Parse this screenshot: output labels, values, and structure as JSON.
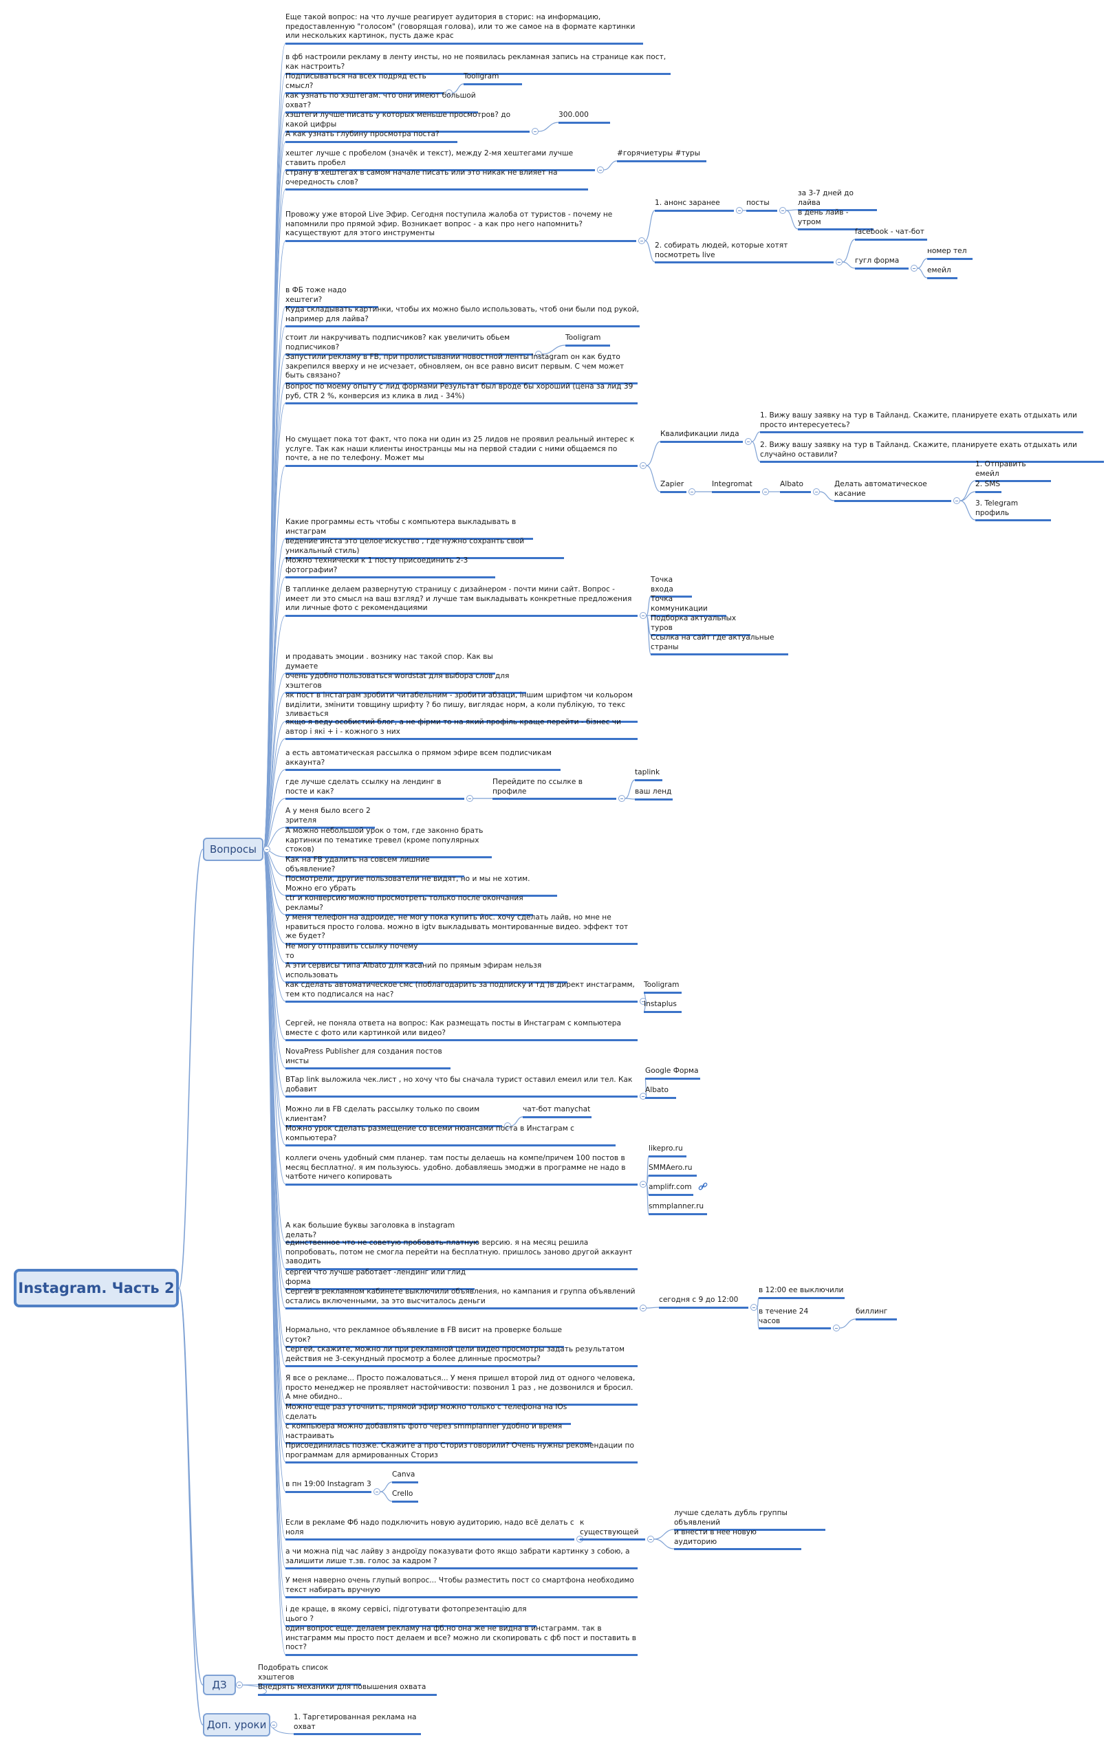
{
  "root": {
    "title": "Instagram. Часть 2"
  },
  "branches": {
    "questions": "Вопросы",
    "homework": "ДЗ",
    "extra_lessons": "Доп. уроки"
  },
  "questions": [
    {
      "id": "q1",
      "text": "Еще такой вопрос: на что лучше реагирует аудитория в сторис: на информацию, предоставленную \"голосом\" (говорящая голова), или то же самое на в формате картинки или нескольких картинок, пусть даже крас"
    },
    {
      "id": "q2",
      "text": "в фб настроили рекламу в ленту инсты, но не появилась рекламная запись на странице как пост, как настроить?"
    },
    {
      "id": "q3",
      "text": "Подписываться на всех подряд есть смысл?",
      "children": [
        {
          "id": "q3a",
          "text": "Tooligram"
        }
      ]
    },
    {
      "id": "q4",
      "text": "как узнать по хэштегам. что они имеют большой охват?"
    },
    {
      "id": "q5",
      "text": "хэштеги лучше писать у которых меньше просмотров? до какой цифры",
      "children": [
        {
          "id": "q5a",
          "text": "300.000"
        }
      ]
    },
    {
      "id": "q6",
      "text": "А как узнать глубину просмотра поста?"
    },
    {
      "id": "q7",
      "text": "хештег лучше с пробелом (значёк и текст), между 2-мя хештегами лучше ставить пробел",
      "children": [
        {
          "id": "q7a",
          "text": "#горячиетуры #туры"
        }
      ]
    },
    {
      "id": "q8",
      "text": "страну в хештегах в самом начале писать или это никак не влияет на очередность слов?"
    },
    {
      "id": "q9",
      "text": "Провожу уже второй Live Эфир. Сегодня поступила жалоба от туристов - почему не напомнили про прямой эфир. Возникает вопрос - а как про него напомнить? касуществуют для этого инструменты",
      "children": [
        {
          "id": "q9a",
          "text": "1. анонс заранее",
          "children": [
            {
              "id": "q9a1",
              "text": "посты",
              "children": [
                {
                  "id": "q9a1a",
                  "text": "за 3-7 дней до лайва"
                },
                {
                  "id": "q9a1b",
                  "text": "в день лайв - утром"
                }
              ]
            }
          ]
        },
        {
          "id": "q9b",
          "text": "2. собирать людей, которые хотят посмотреть live",
          "children": [
            {
              "id": "q9b1",
              "text": "facebook - чат-бот"
            },
            {
              "id": "q9b2",
              "text": "гугл форма",
              "children": [
                {
                  "id": "q9b2a",
                  "text": "номер тел"
                },
                {
                  "id": "q9b2b",
                  "text": "емейл"
                }
              ]
            }
          ]
        }
      ]
    },
    {
      "id": "q10",
      "text": "в ФБ тоже надо хештеги?"
    },
    {
      "id": "q11",
      "text": "Куда складывать картинки, чтобы их можно было использовать, чтоб они были под рукой, например для лайва?"
    },
    {
      "id": "q12",
      "text": "стоит ли накручивать подписчиков? как увеличить обьем подписчиков?",
      "children": [
        {
          "id": "q12a",
          "text": "Tooligram"
        }
      ]
    },
    {
      "id": "q13",
      "text": "Запустили рекламу в FB, при пролистывании новостной ленты Instagram он как будто закрепился вверху и не исчезает, обновляем, он все равно висит первым. С чем может быть связано?"
    },
    {
      "id": "q14",
      "text": "Вопрос по моему опыту с лид формами Результат был вроде бы хороший (цена за лид 39 руб, CTR 2 %, конверсия из клика в лид - 34%)"
    },
    {
      "id": "q15",
      "text": "Но смущает пока тот факт, что пока ни один из 25 лидов не проявил реальный интерес к услуге. Так как наши клиенты иностранцы мы на первой стадии с ними общаемся по почте, а не по телефону. Может мы",
      "children": [
        {
          "id": "q15a",
          "text": "Квалификации лида",
          "children": [
            {
              "id": "q15a1",
              "text": "1. Вижу вашу заявку на тур в Тайланд. Скажите, планируете ехать отдыхать или просто интересуетесь?"
            },
            {
              "id": "q15a2",
              "text": "2. Вижу вашу заявку на тур в Тайланд.  Скажите, планируете ехать отдыхать или случайно оставили?"
            }
          ]
        },
        {
          "id": "q15b",
          "text": "Zapier",
          "children": [
            {
              "id": "q15b1",
              "text": "Integromat",
              "children": [
                {
                  "id": "q15b1a",
                  "text": "Albato",
                  "children": [
                    {
                      "id": "q15b1a1",
                      "text": "Делать автоматическое касание",
                      "children": [
                        {
                          "id": "q15x1",
                          "text": "1. Отправить емейл"
                        },
                        {
                          "id": "q15x2",
                          "text": "2. SMS"
                        },
                        {
                          "id": "q15x3",
                          "text": "3. Telegram профиль"
                        }
                      ]
                    }
                  ]
                }
              ]
            }
          ]
        }
      ]
    },
    {
      "id": "q16",
      "text": "Какие программы есть чтобы с компьютера выкладывать в инстаграм"
    },
    {
      "id": "q17",
      "text": "ведение инста это целое искуство , где нужно сохранть свой уникальный стиль)"
    },
    {
      "id": "q18",
      "text": "Можно технически к 1 посту присоединить 2-3 фотографии?"
    },
    {
      "id": "q19",
      "text": "В таплинке делаем развернутую страницу с дизайнером - почти мини сайт. Вопрос - имеет ли это смысл на ваш взгляд? и лучше там выкладывать конкретные предложения или личные фото с рекомендациями",
      "children": [
        {
          "id": "q19a",
          "text": "Точка входа"
        },
        {
          "id": "q19b",
          "text": "Точка коммуникации"
        },
        {
          "id": "q19c",
          "text": "Подборка актуальных туров"
        },
        {
          "id": "q19d",
          "text": "Ссылка на сайт где актуальные страны"
        }
      ]
    },
    {
      "id": "q20",
      "text": "и продавать эмоции . вознику нас такой спор. Как вы думаете"
    },
    {
      "id": "q21",
      "text": "очень удобно пользоваться wordstat для выбора слов для хэштегов"
    },
    {
      "id": "q22",
      "text": "як пост в інстаграм зробити читабельним - зробити абзаци, іншим шрифтом чи кольором виділити, змінити товщину шрифту ? бо пишу, виглядає норм, а коли публікую, то текс зливається"
    },
    {
      "id": "q23",
      "text": "якщо я веду особистий блог, а не фірми то на який профіль краще перейти - бізнес чи автор і які + і - кожного з них"
    },
    {
      "id": "q24",
      "text": "а есть автоматическая рассылка о прямом эфире всем подписчикам аккаунта?"
    },
    {
      "id": "q25",
      "text": "где лучше сделать ссылку на лендинг в посте и как?",
      "children": [
        {
          "id": "q25a",
          "text": "Перейдите по ссылке в профиле",
          "children": [
            {
              "id": "q25a1",
              "text": "taplink"
            },
            {
              "id": "q25a2",
              "text": "ваш ленд"
            }
          ]
        }
      ]
    },
    {
      "id": "q26",
      "text": "А у меня было всего 2 зрителя"
    },
    {
      "id": "q27",
      "text": "А можно небольшой урок о том, где законно брать картинки по тематике тревел (кроме популярных стоков)"
    },
    {
      "id": "q28",
      "text": "Как на FB удалить на совсем лишние объявление?"
    },
    {
      "id": "q29",
      "text": "Посмотрели, другие пользователи не видят, но и мы не хотим. Можно его убрать"
    },
    {
      "id": "q30",
      "text": "ctr и конверсию можно просмотреть только после окончания рекламы?"
    },
    {
      "id": "q31",
      "text": "у меня телефон на адроиде, не могу пока купить йос. хочу сделать лайв, но мне не нравиться просто голова. можно в igtv выкладывать монтированные видео. эффект тот же будет?"
    },
    {
      "id": "q32",
      "text": "Не могу отправить ссылку почему то"
    },
    {
      "id": "q33",
      "text": "А эти сервисы типа Albato для касаний по прямым эфирам нельзя использовать"
    },
    {
      "id": "q34",
      "text": "как сделать автоматическое смс (поблагодарить за подписку и тд )в директ инстаграмм, тем кто подписался на нас?",
      "children": [
        {
          "id": "q34a",
          "text": "Tooligram"
        },
        {
          "id": "q34b",
          "text": "Instaplus"
        }
      ]
    },
    {
      "id": "q35",
      "text": "Сергей, не поняла ответа на вопрос: Как размещать посты в Инстаграм с компьютера вместе с фото или картинкой или видео?"
    },
    {
      "id": "q36",
      "text": "NovaPress Publisher для создания постов инсты"
    },
    {
      "id": "q37",
      "text": "ВТар link выложила чек.лист , но хочу что бы сначала турист оставил емеил или тел. Как добавит",
      "children": [
        {
          "id": "q37a",
          "text": "Google Форма"
        },
        {
          "id": "q37b",
          "text": "Albato"
        }
      ]
    },
    {
      "id": "q38",
      "text": "Можно ли в FB сделать рассылку только по своим клиентам?",
      "children": [
        {
          "id": "q38a",
          "text": "чат-бот manychat"
        }
      ]
    },
    {
      "id": "q39",
      "text": "Можно урок сделать размещение со всеми нюансами поста в Инстаграм с компьютера?"
    },
    {
      "id": "q40",
      "text": "коллеги очень удобный смм планер. там посты делаешь на компе/причем 100 постов в месяц бесплатно/. я им пользуюсь. удобно. добавляешь эмоджи в программе не надо в чатботе ничего копировать",
      "children": [
        {
          "id": "q40a",
          "text": "likepro.ru"
        },
        {
          "id": "q40b",
          "text": "SMMAero.ru"
        },
        {
          "id": "q40c",
          "text": "amplifr.com",
          "icon": "link-icon"
        },
        {
          "id": "q40d",
          "text": "smmplanner.ru"
        }
      ]
    },
    {
      "id": "q41",
      "text": "А как большие буквы заголовка в instagram делать?"
    },
    {
      "id": "q42",
      "text": "единственное что не советую пробовать-платную версию. я на месяц решила попробовать, потом не смогла перейти на бесплатную. пришлось заново другой аккаунт заводить"
    },
    {
      "id": "q43",
      "text": "сергей что лучше работает -лендинг или глид форма"
    },
    {
      "id": "q44",
      "text": "Сергей в рекламном кабинете выключили объявления, но кампания и группа объявлений остались включенными, за это высчиталось деньги",
      "children": [
        {
          "id": "q44a",
          "text": "сегодня с 9 до 12:00",
          "children": [
            {
              "id": "q44a1",
              "text": "в 12:00 ее выключили"
            },
            {
              "id": "q44a2",
              "text": "в течение 24 часов",
              "children": [
                {
                  "id": "q44a2a",
                  "text": "биллинг"
                }
              ]
            }
          ]
        }
      ]
    },
    {
      "id": "q45",
      "text": "Нормально, что рекламное объявление в FB висит на проверке больше суток?"
    },
    {
      "id": "q46",
      "text": "Сергей, скажите, можно ли при рекламной цели видео просмотры задать результатом действия не 3-секундный просмотр а более длинные просмотры?"
    },
    {
      "id": "q47",
      "text": "Я все о рекламе... Просто пожаловаться... У меня пришел второй лид от одного человека, просто менеджер не проявляет настойчивости: позвонил 1 раз , не дозвонился и бросил. А мне обидно.."
    },
    {
      "id": "q48",
      "text": "Можно еще раз уточнить, прямой эфир можно только с телефона на IOs сделать"
    },
    {
      "id": "q49",
      "text": "с компьюера можно добавлять фото через smmplanner удобно и время настраивать"
    },
    {
      "id": "q50",
      "text": "Присоединилась позже. Скажите а про Сториз говорили? Очень нужны рекомендации по программам для армированных Сториз"
    },
    {
      "id": "q51",
      "text": "в пн 19:00 Instagram 3",
      "children": [
        {
          "id": "q51a",
          "text": "Canva"
        },
        {
          "id": "q51b",
          "text": "Crello"
        }
      ]
    },
    {
      "id": "q52",
      "text": "Если в рекламе Фб надо подключить новую аудиторию, надо всё делать с ноля",
      "children": [
        {
          "id": "q52a",
          "text": "к существующей",
          "children": [
            {
              "id": "q52a1",
              "text": "лучше сделать дубль группы объявлений"
            },
            {
              "id": "q52a2",
              "text": "и внести в нее новую аудиторию"
            }
          ]
        }
      ]
    },
    {
      "id": "q53",
      "text": "а чи можна під час лайву з андроїду показувати фото якщо забрати картинку з собою, а залишити лише т.зв. голос за кадром ?"
    },
    {
      "id": "q54",
      "text": "У меня наверно очень глупый вопрос... Чтобы разместить пост со смартфона необходимо текст набирать вручную"
    },
    {
      "id": "q55",
      "text": "і де краще, в якому сервісі, підготувати фотопрезентацію для цього ?"
    },
    {
      "id": "q56",
      "text": "один вопрос еще. делаем рекламу на фб.но она же не видна в инстаграмм. так в инстаграмм мы просто пост делаем и все? можно ли скопировать с фб пост и поставить в пост?"
    }
  ],
  "homework": [
    {
      "id": "h1",
      "text": "Подобрать список хэштегов"
    },
    {
      "id": "h2",
      "text": "Внедрять механики для повышения охвата"
    }
  ],
  "extra_lessons": [
    {
      "id": "e1",
      "text": "1. Таргетированная реклама на охват"
    }
  ],
  "colors": {
    "line": "#3b73c8",
    "connector": "#7ea1d4",
    "branch_fill": "#dde8f6",
    "root_border": "#4f7fc4",
    "title": "#2f5597"
  }
}
